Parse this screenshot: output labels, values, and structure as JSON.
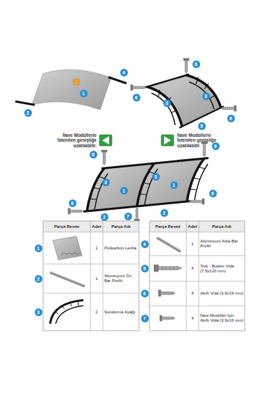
{
  "diagram": {
    "labels": [
      "2",
      "1",
      "4",
      "6",
      "6",
      "3",
      "3",
      "6",
      "5",
      "6",
      "3",
      "3",
      "1",
      "1",
      "6",
      "2",
      "7",
      "2",
      "6",
      "6",
      "İlave Modüllerle İstenilen genişliğe uzatılabilir.",
      "İlave Modüllerle İstenilen genişliğe uzatılabilir.",
      "Parça Resmi",
      "Adet",
      "Parça Adı",
      "Parça Resmi",
      "Adet",
      "Parça Adı",
      "1",
      "1",
      "Polikarbon Levha",
      "4",
      "1",
      "Alüminyum Arka Bar Profili",
      "2",
      "1",
      "Alüminyum Ön Bar Profili",
      "5",
      "4",
      "Tork - Buldex Vida (7.5x120 mm)",
      "3",
      "2",
      "Sundurma Ayağı",
      "6",
      "4",
      "Akıllı Vida (3.9x19 mm)",
      "7",
      "4",
      "İlave Modüller İçin Akıllı Vida (3.9x16 mm)"
    ]
  }
}
